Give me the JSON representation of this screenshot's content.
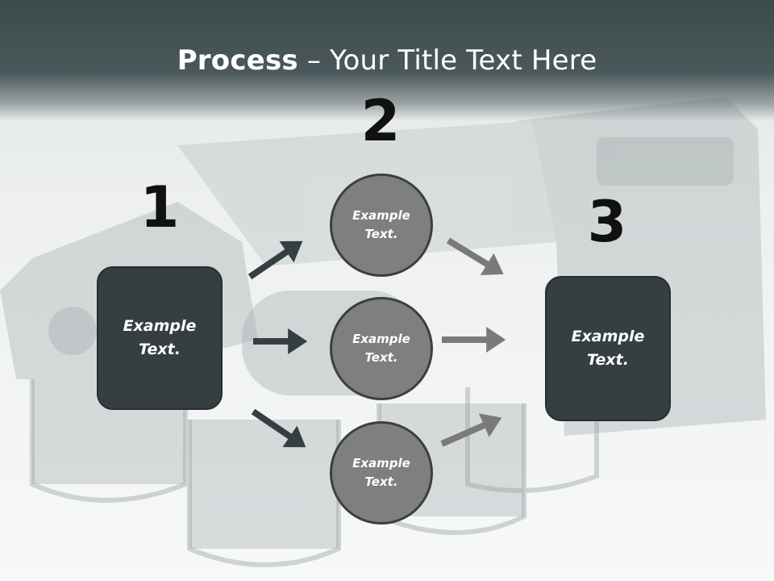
{
  "title": {
    "bold": "Process",
    "rest": " – Your Title Text Here"
  },
  "steps": [
    {
      "number": "1",
      "label": "Example Text."
    },
    {
      "number": "2",
      "labels": [
        "Example Text.",
        "Example Text.",
        "Example Text."
      ]
    },
    {
      "number": "3",
      "label": "Example Text."
    }
  ],
  "colors": {
    "box_fill": "#353f42",
    "circle_fill": "#7f7f7f",
    "dark_arrow": "#353f42",
    "gray_arrow": "#7a7a7a",
    "title_band": "#3d4a4d"
  }
}
